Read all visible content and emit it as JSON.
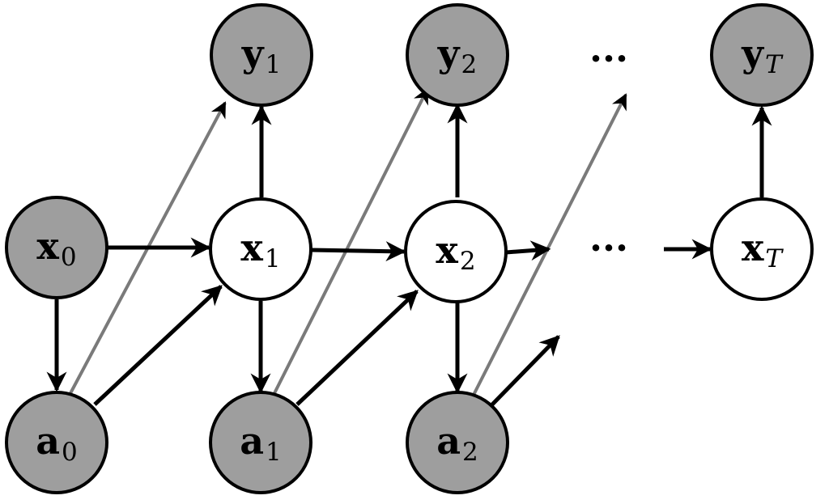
{
  "colors": {
    "observed_fill": "#9e9e9e",
    "latent_fill": "#ffffff",
    "stroke": "#000000",
    "gray_arrow": "#7a7a7a"
  },
  "nodes": {
    "y1": {
      "var": "y",
      "sub": "1",
      "sub_italic": false,
      "observed": true
    },
    "y2": {
      "var": "y",
      "sub": "2",
      "sub_italic": false,
      "observed": true
    },
    "yT": {
      "var": "y",
      "sub": "T",
      "sub_italic": true,
      "observed": true
    },
    "x0": {
      "var": "x",
      "sub": "0",
      "sub_italic": false,
      "observed": true
    },
    "x1": {
      "var": "x",
      "sub": "1",
      "sub_italic": false,
      "observed": false
    },
    "x2": {
      "var": "x",
      "sub": "2",
      "sub_italic": false,
      "observed": false
    },
    "xT": {
      "var": "x",
      "sub": "T",
      "sub_italic": true,
      "observed": false
    },
    "a0": {
      "var": "a",
      "sub": "0",
      "sub_italic": false,
      "observed": true
    },
    "a1": {
      "var": "a",
      "sub": "1",
      "sub_italic": false,
      "observed": true
    },
    "a2": {
      "var": "a",
      "sub": "2",
      "sub_italic": false,
      "observed": true
    }
  },
  "ellipses": {
    "top": "···",
    "middle": "···"
  }
}
